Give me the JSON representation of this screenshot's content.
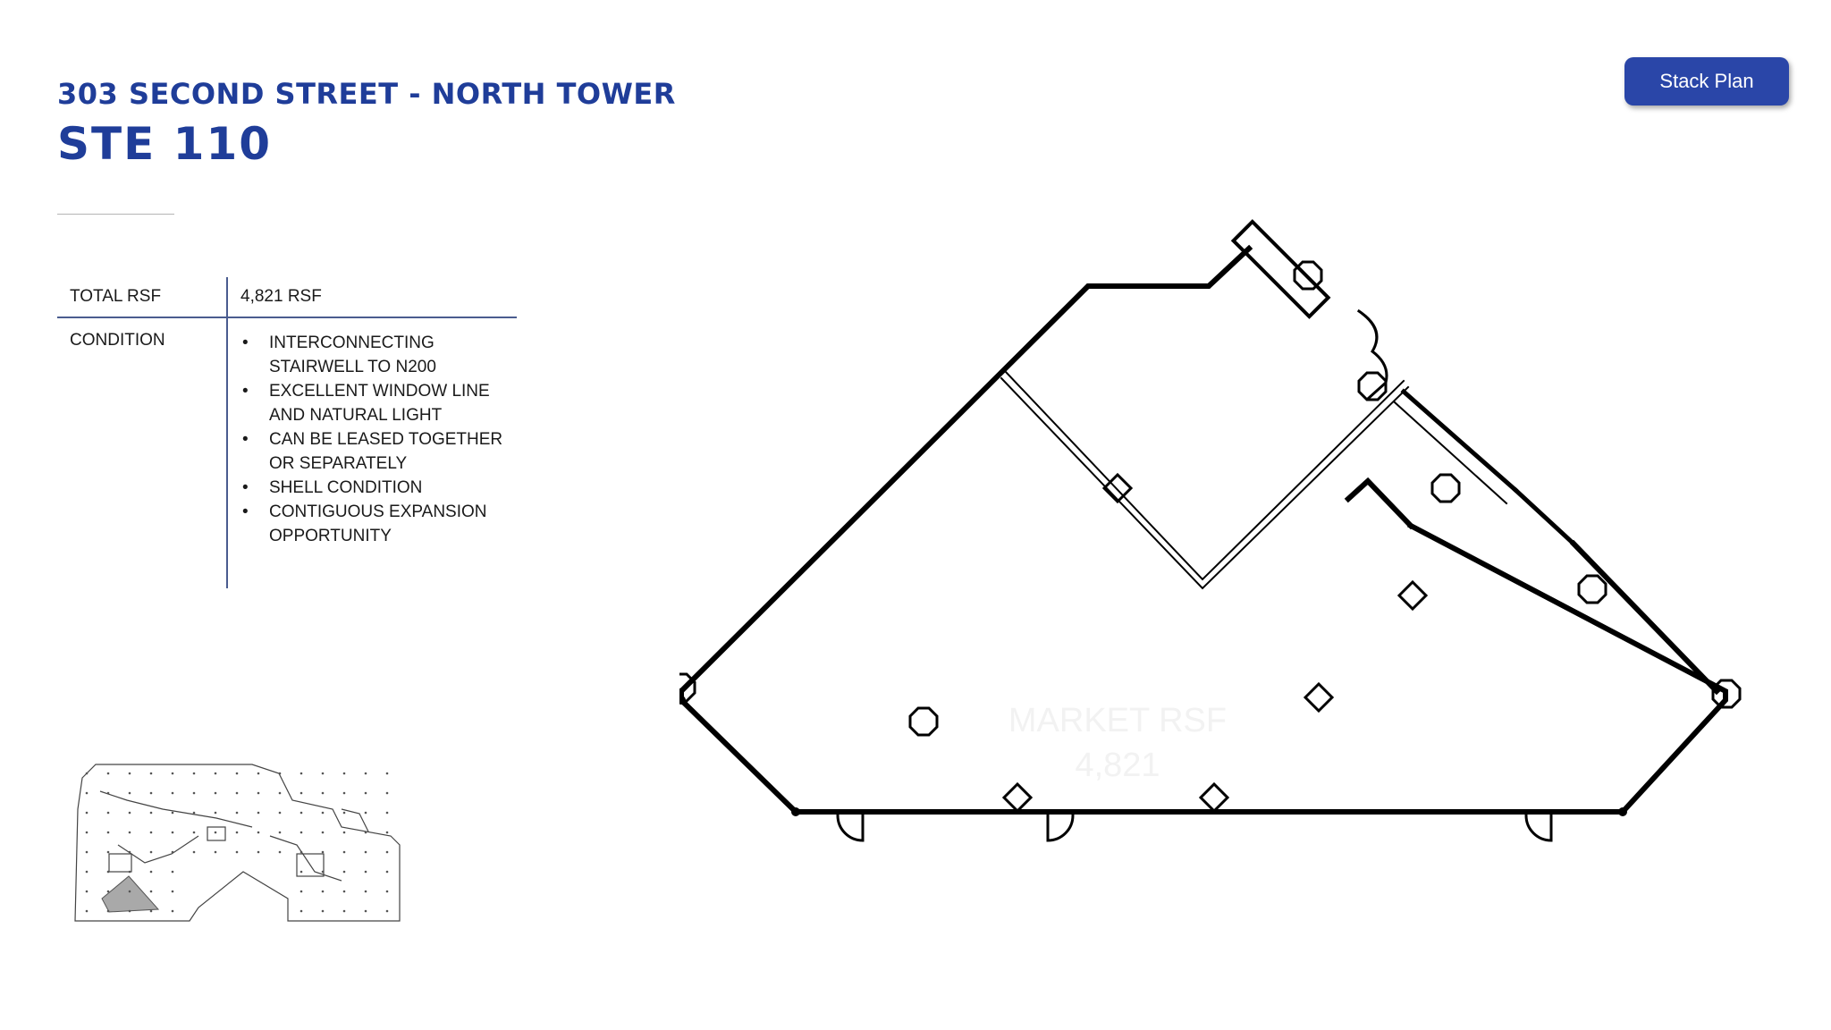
{
  "header": {
    "building_name": "303 SECOND STREET - NORTH TOWER",
    "suite_title": "STE 110"
  },
  "stack_plan_button": {
    "label": "Stack Plan",
    "color": "#2a46a8"
  },
  "info_table": {
    "total_rsf_label": "TOTAL RSF",
    "total_rsf_value": "4,821 RSF",
    "condition_label": "CONDITION",
    "condition_items": [
      "INTERCONNECTING STAIRWELL TO N200",
      "EXCELLENT WINDOW LINE AND NATURAL LIGHT",
      "CAN BE LEASED TOGETHER OR SEPARATELY",
      "SHELL CONDITION",
      "CONTIGUOUS EXPANSION OPPORTUNITY"
    ]
  },
  "floor_plan": {
    "watermark_line1": "MARKET RSF",
    "watermark_line2": "4,821"
  },
  "colors": {
    "brand_blue": "#1f3d99",
    "highlight_gray": "#a9a9a9"
  }
}
